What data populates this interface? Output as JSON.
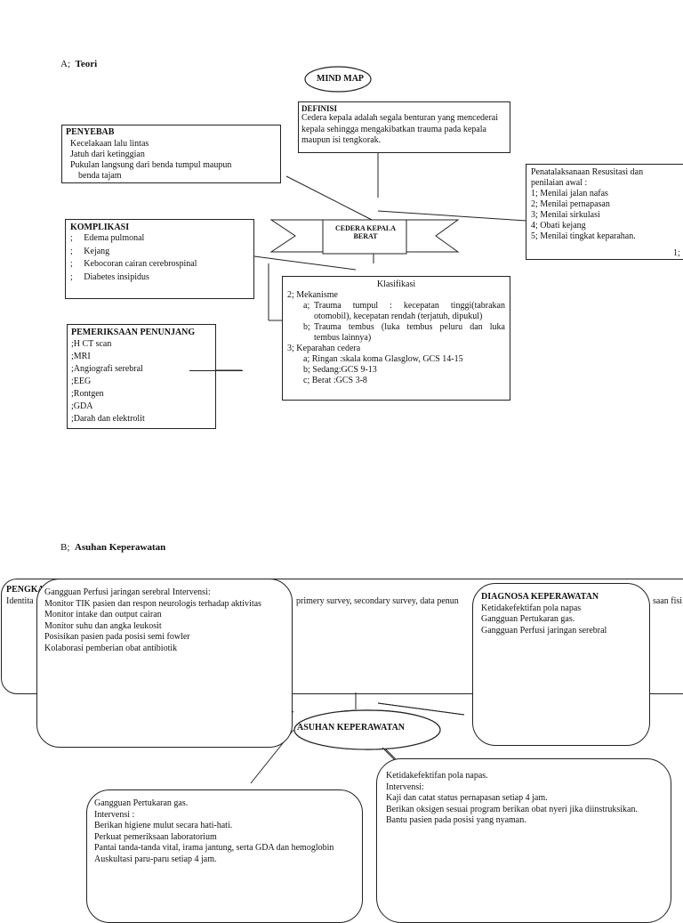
{
  "section_a": {
    "label": "A;",
    "title": "Teori"
  },
  "mind_map_title": "MIND MAP",
  "definisi": {
    "title": "DEFINISI",
    "text": "Cedera kepala adalah segala benturan yang mencederai kepala sehingga mengakibatkan trauma pada kepala maupun isi tengkorak."
  },
  "penyebab": {
    "title": "PENYEBAB",
    "bullet": "",
    "items": [
      "Kecelakaan lalu lintas",
      "Jatuh dari ketinggian",
      "Pukulan langsung dari benda tumpul maupun",
      "benda tajam"
    ]
  },
  "penatalaksanaan": {
    "intro_1": "Penatalaksanaan Resusitasi dan",
    "intro_2": "penilaian awal :",
    "items": [
      "1;  Menilai jalan nafas",
      "2;  Menilai pernapasan",
      "3;  Menilai sirkulasi",
      "4;  Obati kejang",
      "5;  Menilai tingkat keparahan."
    ],
    "edge_mark": "1;"
  },
  "center_banner": "CEDERA KEPALA BERAT",
  "komplikasi": {
    "title": "KOMPLIKASI",
    "marker": ";",
    "items": [
      "Edema pulmonal",
      "Kejang",
      "Kebocoran cairan cerebrospinal",
      "Diabetes insipidus"
    ]
  },
  "klasifikasi": {
    "title": "Klasifikasi",
    "mekanisme": "2; Mekanisme",
    "a_label": "a;",
    "a_text_1": "Trauma  tumpul  :  kecepatan  tinggi(tabrakan",
    "a_text_2": "otomobil), kecepatan rendah (terjatuh, dipukul)",
    "b_label": "b;",
    "b_text_1": "Trauma  tembus  (luka  tembus  peluru  dan  luka",
    "b_text_2": "tembus lainnya)",
    "keparahan": "3; Keparahan cedera",
    "k_items": [
      "a;  Ringan :skala koma Glasglow, GCS 14-15",
      "b;  Sedang:GCS 9-13",
      "c;  Berat :GCS 3-8"
    ]
  },
  "pemeriksaan": {
    "title": "PEMERIKSAAN PENUNJANG",
    "items": [
      ";H CT scan",
      ";MRI",
      ";Angiografi serebral",
      ";EEG",
      ";Rontgen",
      ";GDA",
      ";Darah dan elektrolit"
    ]
  },
  "section_b": {
    "label": "B;",
    "title": "Asuhan Keperawatan"
  },
  "pengkajian": {
    "title": "PENGKA",
    "text_left": "Identita",
    "text_mid": "primery survey, secondary survey, data penun",
    "text_right": "saan fisi"
  },
  "intervensi_serebral": {
    "title": "Gangguan Perfusi jaringan serebral Intervensi:",
    "items": [
      "Monitor TIK pasien dan respon neurologis terhadap aktivitas",
      "Monitor intake dan output cairan",
      "Monitor suhu dan angka leukosit",
      "Posisikan pasien pada posisi semi fowler",
      "Kolaborasi pemberian obat antibiotik"
    ]
  },
  "diagnosa": {
    "title": "DIAGNOSA KEPERAWATAN",
    "items": [
      "Ketidakefektifan pola napas",
      "Gangguan Pertukaran gas.",
      "Gangguan Perfusi jaringan serebral"
    ]
  },
  "asuhan_center": "ASUHAN KEPERAWATAN",
  "pertukaran_gas": {
    "title": "Gangguan Pertukaran gas.",
    "sub": "Intervensi :",
    "items": [
      "Berikan higiene mulut secara hati-hati.",
      "Perkuat pemeriksaan laboratorium",
      "Pantai tanda-tanda vital, irama jantung, serta GDA dan hemoglobin",
      "Auskultasi paru-paru setiap 4 jam."
    ]
  },
  "pola_napas": {
    "title": "Ketidakefektifan pola napas.",
    "sub": "Intervensi:",
    "items": [
      "Kaji dan catat status pernapasan setiap 4 jam.",
      "Berikan oksigen sesuai program berikan obat nyeri jika diinstruksikan.",
      "Bantu pasien pada posisi yang nyaman."
    ]
  }
}
